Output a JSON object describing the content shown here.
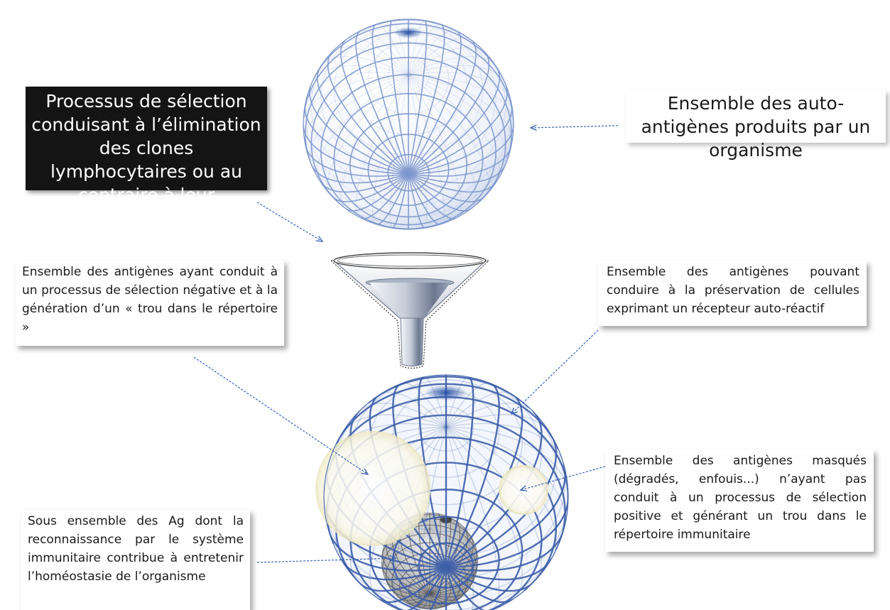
{
  "labels": {
    "selection_process": "Processus de sélection conduisant à l’élimination des clones lymphocytaires ou au contraire à leur préservation",
    "self_antigens": "Ensemble des auto-antigènes produits par un organisme",
    "negative_selection": "Ensemble des antigènes ayant conduit à un processus de sélection négative et à la génération d’un « trou dans le répertoire »",
    "preservation": "Ensemble des antigènes pouvant conduire à la préservation de cellules exprimant un récepteur auto-réactif",
    "masked_antigens": "Ensemble des antigènes masqués (dégradés, enfouis...) n’ayant pas conduit à un processus de sélection positive et générant un trou dans le répertoire immunitaire",
    "homeostasis_subset": "Sous ensemble des Ag dont la reconnaissance par le système immunitaire contribue à entretenir l’homéostasie de l’organisme"
  },
  "colors": {
    "grid_line": "#3d5ea8",
    "grid_line_light": "#7d97cc",
    "box_dark": "#141414",
    "arrow": "#3a63b5",
    "hole_fill": "#f4f0d2",
    "inner_sphere": "#555555",
    "funnel": "#8a97ad"
  }
}
